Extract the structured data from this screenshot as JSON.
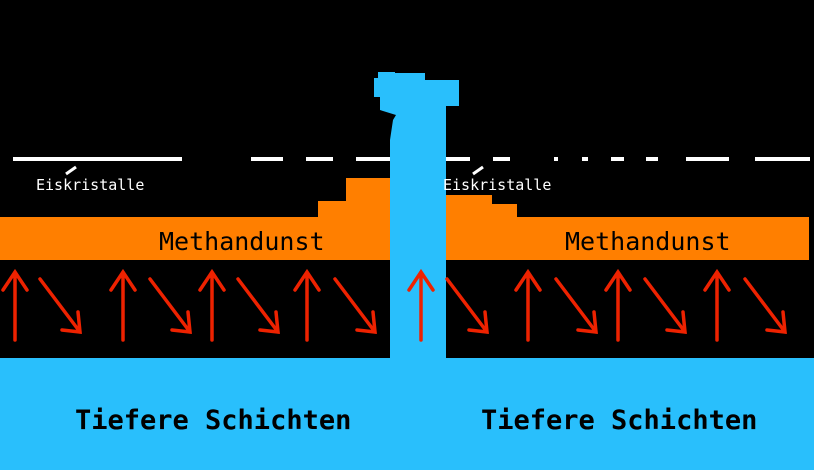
{
  "labels": {
    "ice_left": "Eiskristalle",
    "ice_right": "Eiskristalle",
    "methane_left": "Methandunst",
    "methane_right": "Methandunst",
    "deep_left": "Tiefere Schichten",
    "deep_right": "Tiefere Schichten"
  },
  "colors": {
    "background": "#000000",
    "ice_blue": "#29bffc",
    "methane_orange": "#ff7f00",
    "arrow_red": "#ee2200",
    "ice_line": "#ffffff"
  }
}
